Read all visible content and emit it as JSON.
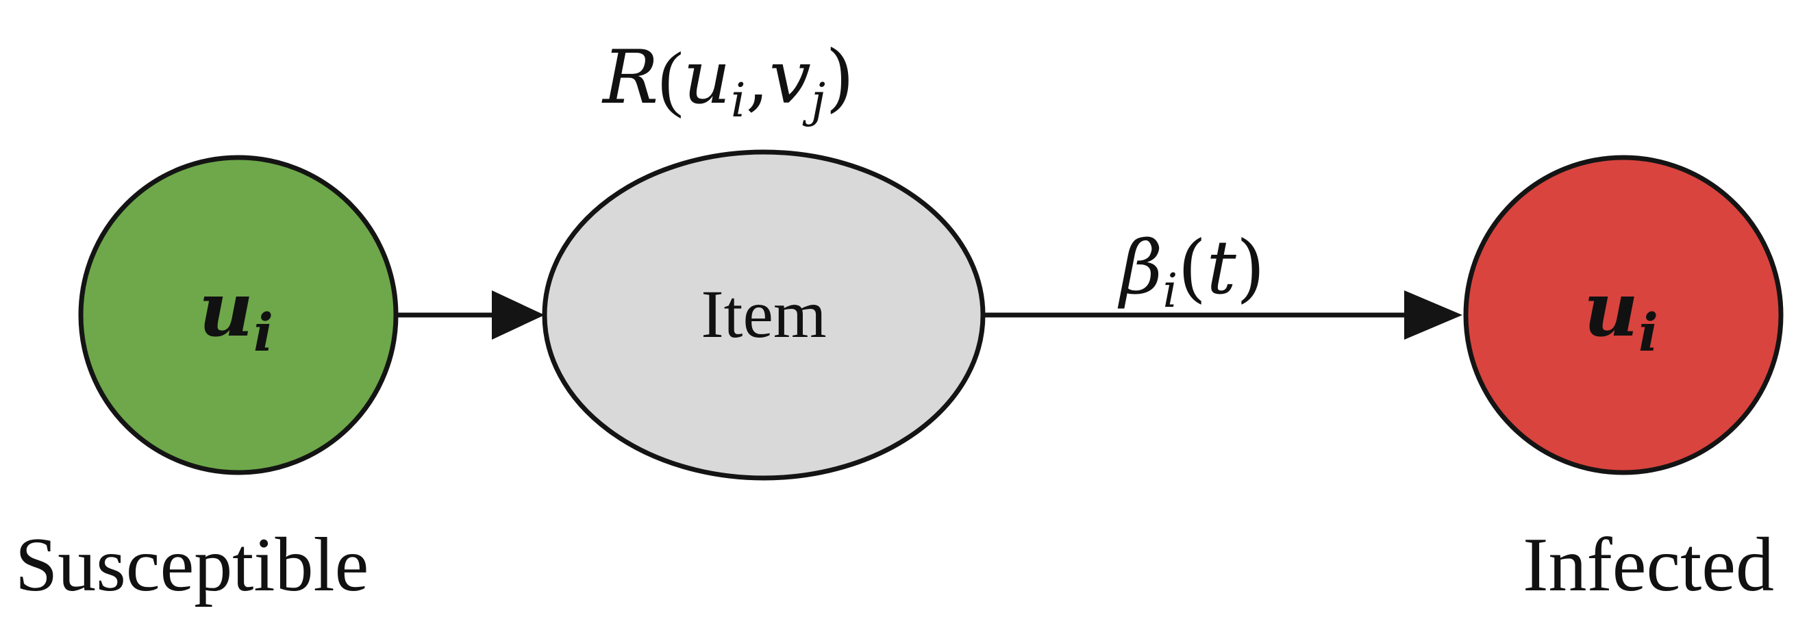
{
  "nodes": {
    "susceptible": {
      "symbol": "u",
      "subscript": "i",
      "caption": "Susceptible",
      "fill": "#6ea84a"
    },
    "item": {
      "label": "Item",
      "fill": "#d9d9d9"
    },
    "infected": {
      "symbol": "u",
      "subscript": "i",
      "caption": "Infected",
      "fill": "#d9443e"
    }
  },
  "edges": {
    "item_label": {
      "func": "R",
      "open": "(",
      "arg1_symbol": "u",
      "arg1_sub": "i",
      "comma": ",",
      "arg2_symbol": "v",
      "arg2_sub": "j",
      "close": ")"
    },
    "infection_rate": {
      "symbol": "β",
      "subscript": "i",
      "open": "(",
      "var": "t",
      "close": ")"
    }
  },
  "colors": {
    "stroke": "#141414",
    "text": "#111111"
  }
}
